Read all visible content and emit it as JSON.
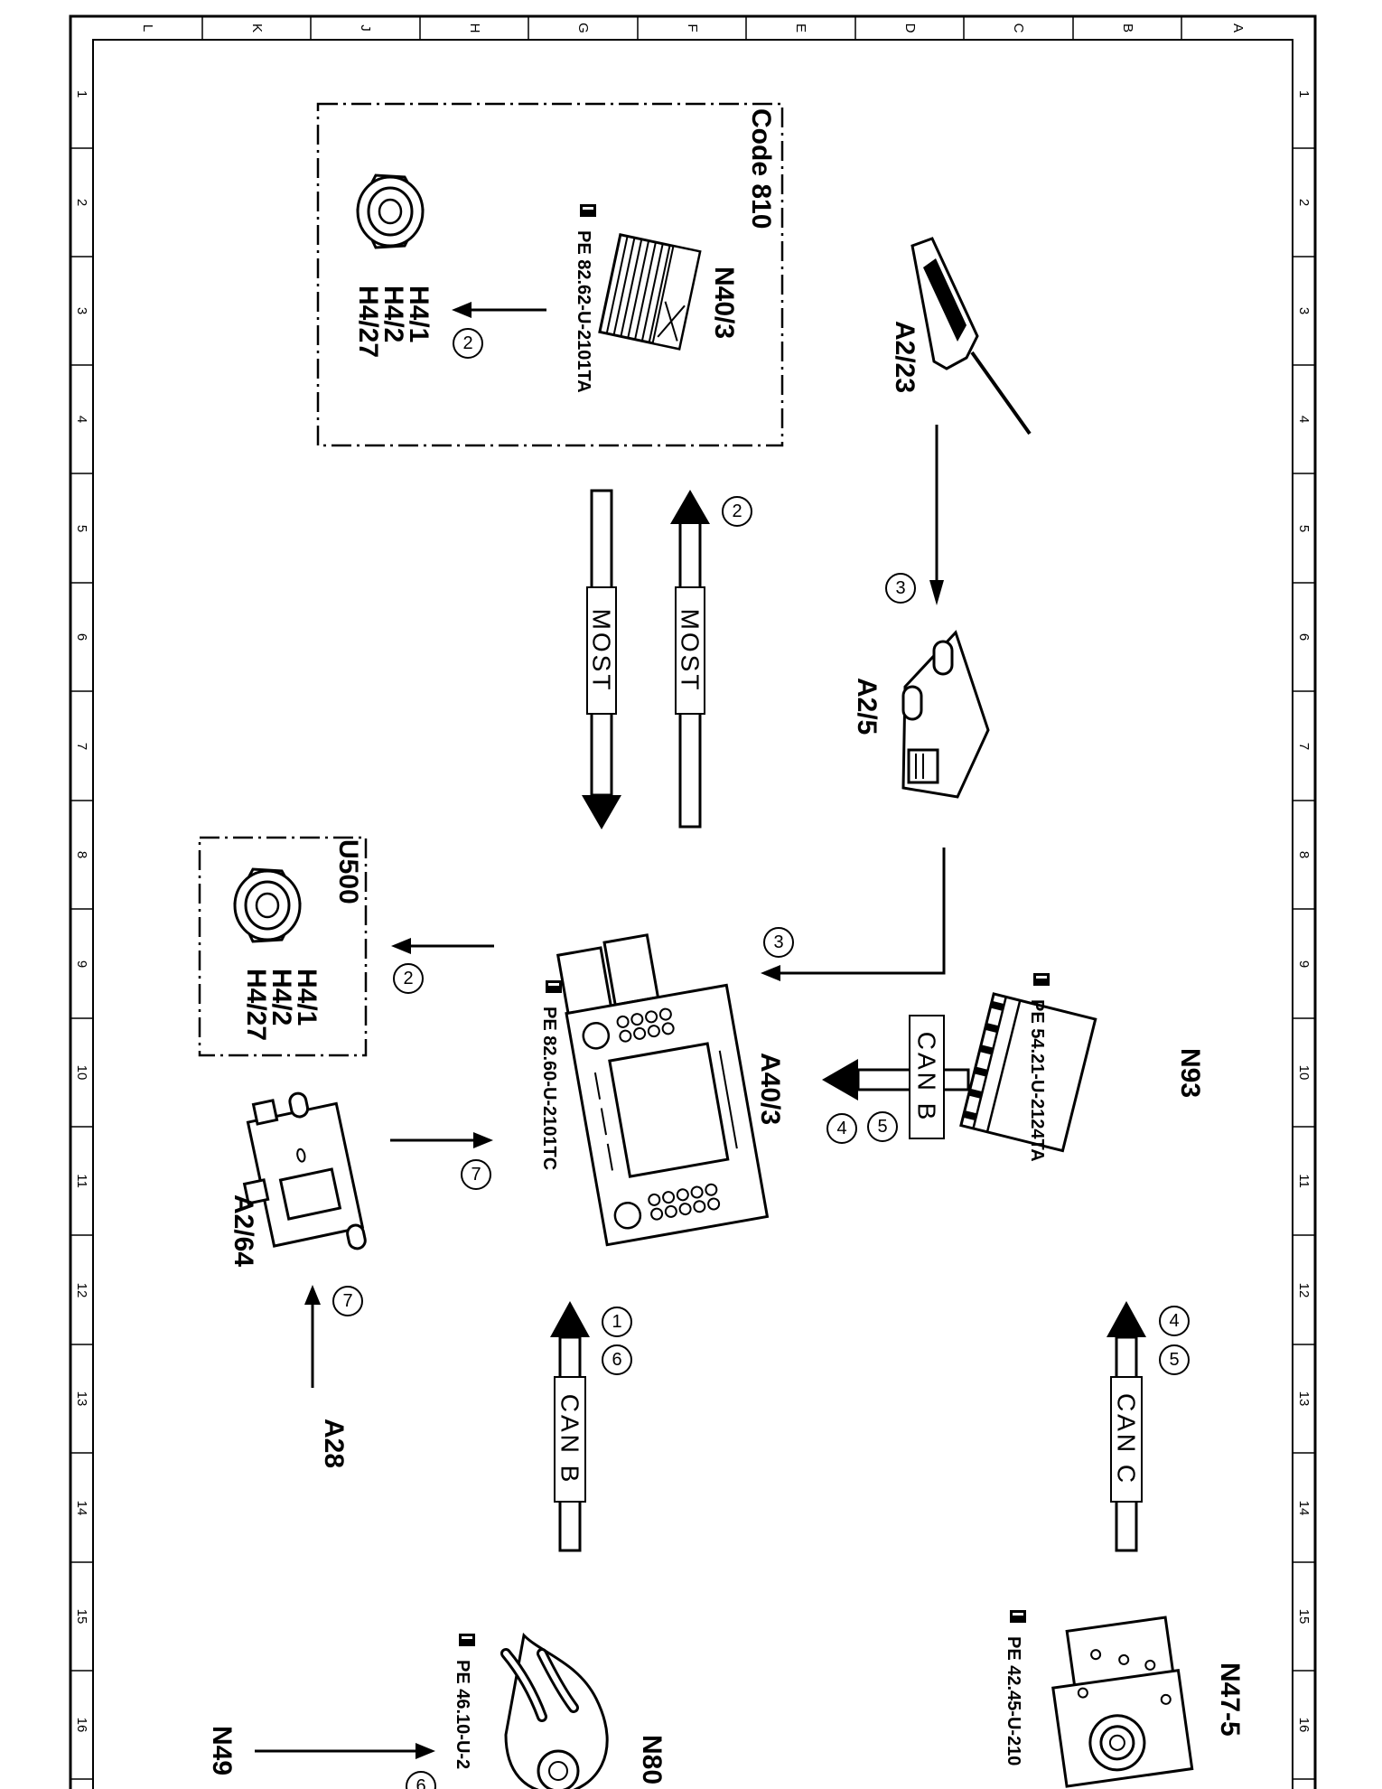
{
  "border": {
    "columns": [
      "L",
      "K",
      "J",
      "H",
      "G",
      "F",
      "E",
      "D",
      "C",
      "B",
      "A"
    ],
    "rows": [
      "1",
      "2",
      "3",
      "4",
      "5",
      "6",
      "7",
      "8",
      "9",
      "10",
      "11",
      "12",
      "13",
      "14",
      "15",
      "16"
    ]
  },
  "components": {
    "code810_box": {
      "title": "Code 810"
    },
    "u500_box": {
      "title": "U500"
    },
    "n40_3": {
      "label": "N40/3",
      "ref": "PE 82.62-U-2101TA"
    },
    "h4_top": {
      "lines": [
        "H4/1",
        "H4/2",
        "H4/27"
      ]
    },
    "h4_bottom": {
      "lines": [
        "H4/1",
        "H4/2",
        "H4/27"
      ]
    },
    "a2_23": {
      "label": "A2/23"
    },
    "a2_5": {
      "label": "A2/5"
    },
    "a40_3": {
      "label": "A40/3",
      "ref": "PE 82.60-U-2101TC"
    },
    "n93": {
      "label": "N93",
      "ref": "PE 54.21-U-2124TA"
    },
    "a2_64": {
      "label": "A2/64"
    },
    "a28": {
      "label": "A28"
    },
    "n49": {
      "label": "N49"
    },
    "n80": {
      "label": "N80",
      "ref": "PE 46.10-U-2"
    },
    "n47_5": {
      "label": "N47-5",
      "ref": "PE 42.45-U-210"
    }
  },
  "buses": {
    "most_up": "MOST",
    "most_down": "MOST",
    "can_b_n93": "CAN B",
    "can_b_lower": "CAN B",
    "can_c": "CAN C"
  },
  "markers": {
    "n40_to_h4": "2",
    "most_up": "2",
    "a2_23_to_a2_5": "3",
    "a2_5_to_a40": "3",
    "a40_to_h4": "2",
    "can_b_n93_a": "5",
    "can_b_n93_b": "4",
    "a2_64_to_a40": "7",
    "a28_to_a2_64": "7",
    "can_b_lower_a": "1",
    "can_b_lower_b": "6",
    "can_c_a": "4",
    "can_c_b": "5",
    "n49_to_n80": "6"
  }
}
